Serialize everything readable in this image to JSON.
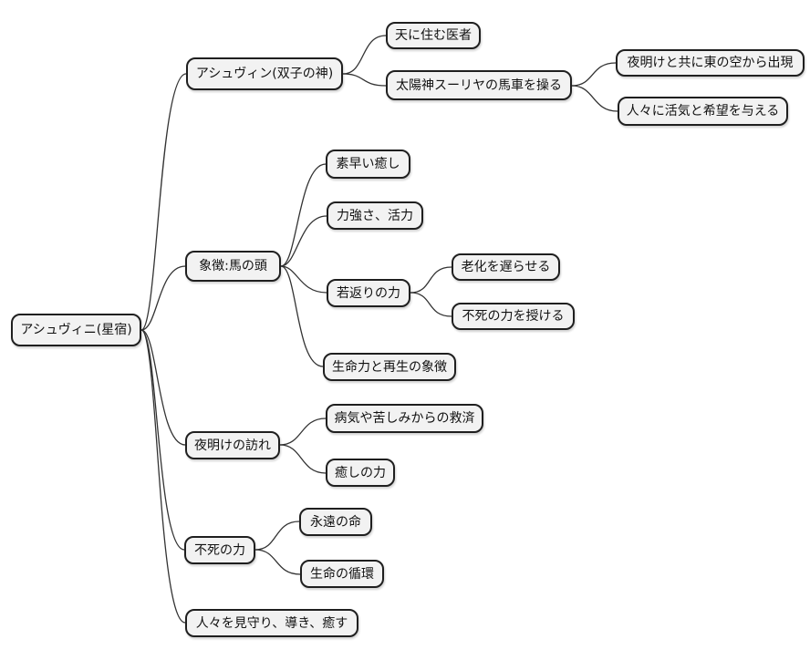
{
  "style": {
    "background": "#ffffff",
    "node_fill": "#f2f2f2",
    "node_border": "#1f1f1f",
    "edge_color": "#333333",
    "text_color": "#111111"
  },
  "mindmap": {
    "root": {
      "label": "アシュヴィニ(星宿)",
      "children": [
        {
          "label": "アシュヴィン(双子の神)",
          "children": [
            {
              "label": "天に住む医者",
              "children": []
            },
            {
              "label": "太陽神スーリヤの馬車を操る",
              "children": [
                {
                  "label": "夜明けと共に東の空から出現",
                  "children": []
                },
                {
                  "label": "人々に活気と希望を与える",
                  "children": []
                }
              ]
            }
          ]
        },
        {
          "label": "象徴:馬の頭",
          "children": [
            {
              "label": "素早い癒し",
              "children": []
            },
            {
              "label": "力強さ、活力",
              "children": []
            },
            {
              "label": "若返りの力",
              "children": [
                {
                  "label": "老化を遅らせる",
                  "children": []
                },
                {
                  "label": "不死の力を授ける",
                  "children": []
                }
              ]
            },
            {
              "label": "生命力と再生の象徴",
              "children": []
            }
          ]
        },
        {
          "label": "夜明けの訪れ",
          "children": [
            {
              "label": "病気や苦しみからの救済",
              "children": []
            },
            {
              "label": "癒しの力",
              "children": []
            }
          ]
        },
        {
          "label": "不死の力",
          "children": [
            {
              "label": "永遠の命",
              "children": []
            },
            {
              "label": "生命の循環",
              "children": []
            }
          ]
        },
        {
          "label": "人々を見守り、導き、癒す",
          "children": []
        }
      ]
    }
  }
}
